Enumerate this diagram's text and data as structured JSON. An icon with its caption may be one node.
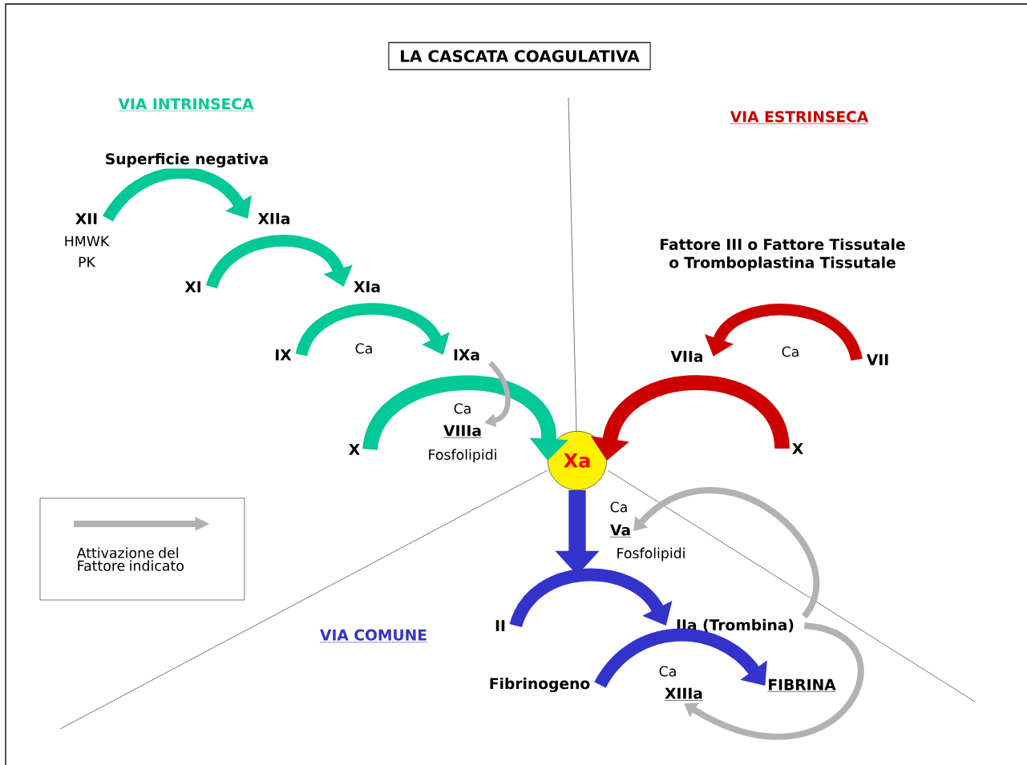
{
  "diagram": {
    "nodes": [
      {
        "text": [
          "LA CASCATA COAGULATIVA"
        ]
      },
      {
        "text": [
          "XII"
        ],
        "beside": [
          "HMWK",
          "PK"
        ]
      },
      {
        "text": [
          "XIIa"
        ]
      },
      {
        "text": [
          "XI"
        ]
      },
      {
        "text": [
          "XIa"
        ]
      },
      {
        "text": [
          "IX"
        ]
      },
      {
        "text": [
          "IXa"
        ]
      },
      {
        "text": [
          "X"
        ]
      },
      {
        "text": [
          "Xa"
        ]
      },
      {
        "text": [
          "VIIa"
        ]
      },
      {
        "text": [
          "VII"
        ]
      },
      {
        "text": [
          "X"
        ]
      },
      {
        "text": [
          "II"
        ]
      },
      {
        "text": [
          "IIa (Trombina)"
        ]
      },
      {
        "text": [
          "Fibrinogeno"
        ]
      },
      {
        "text": [
          "FIBRINA"
        ]
      },
      {
        "text": [
          "VIIIa"
        ],
        "beside": [
          "Ca",
          "Fosfolipidi"
        ]
      },
      {
        "text": [
          "Va"
        ],
        "beside": [
          "Ca",
          "Fosfolipidi"
        ]
      },
      {
        "text": [
          "XIIIa"
        ],
        "beside": [
          "Ca"
        ]
      }
    ],
    "edges": [
      {
        "from": 1,
        "to": 2,
        "arrow": "to",
        "label": "Superficie negativa",
        "color": "#00c896"
      },
      {
        "from": 3,
        "to": 4,
        "arrow": "to",
        "color": "#00c896"
      },
      {
        "from": 5,
        "to": 6,
        "arrow": "to",
        "label": "Ca",
        "color": "#00c896"
      },
      {
        "from": 7,
        "to": 8,
        "arrow": "to",
        "color": "#00c896"
      },
      {
        "from": 6,
        "to": 16,
        "arrow": "to",
        "color": "#b2b2b2"
      },
      {
        "from": 10,
        "to": 9,
        "arrow": "to",
        "label": "Ca",
        "color": "#cc0000"
      },
      {
        "from": 11,
        "to": 8,
        "arrow": "to",
        "color": "#cc0000"
      },
      {
        "from": 8,
        "to": null,
        "arrow": "to",
        "color": "#3333cc"
      },
      {
        "from": 12,
        "to": 13,
        "arrow": "to",
        "color": "#3333cc"
      },
      {
        "from": 14,
        "to": 15,
        "arrow": "to",
        "color": "#3333cc"
      },
      {
        "from": 13,
        "to": 17,
        "arrow": "to",
        "color": "#b2b2b2"
      },
      {
        "from": 13,
        "to": 18,
        "arrow": "to",
        "color": "#b2b2b2"
      }
    ],
    "labels": [
      "VIA INTRINSECA",
      "VIA ESTRINSECA",
      "Fattore III o Fattore Tissutale o Tromboplastina Tissutale",
      "VIA COMUNE"
    ],
    "legend": [
      {
        "text": "Attivazione del Fattore indicato"
      }
    ]
  }
}
